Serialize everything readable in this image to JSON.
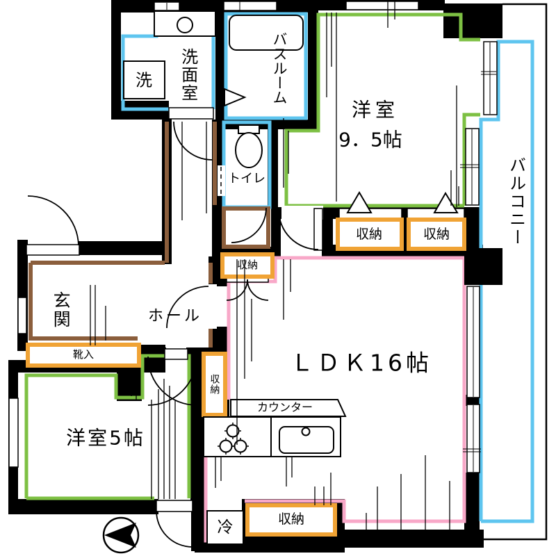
{
  "title": "apartment-floor-plan",
  "rooms": {
    "washroom": {
      "label": "洗面室",
      "washer": "洗"
    },
    "bathroom": {
      "label": "バスルーム"
    },
    "toilet": {
      "label": "トイレ"
    },
    "western_room_95": {
      "name": "洋室",
      "size": "9．5帖"
    },
    "balcony": {
      "label": "バルコニー"
    },
    "storage": {
      "label": "収納"
    },
    "entrance": {
      "label": "玄関"
    },
    "hall": {
      "label": "ホール"
    },
    "shoe_storage": {
      "label": "靴入"
    },
    "ldk": {
      "label": "ＬＤＫ16帖"
    },
    "western_room_5": {
      "label": "洋室5帖"
    },
    "kitchen": {
      "counter": "カウンター",
      "fridge": "冷"
    }
  },
  "colors": {
    "wall": "#000000",
    "wet_area_blue": "#5EC5EF",
    "room_green": "#7DC043",
    "storage_orange": "#F0A335",
    "ldk_pink": "#F8A8C8",
    "hall_brown": "#8B5E3C"
  }
}
